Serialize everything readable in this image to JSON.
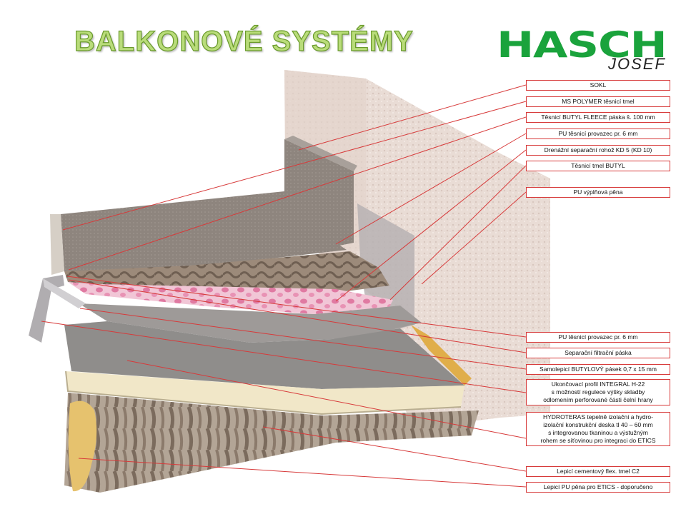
{
  "header": {
    "title": "BALKONOVÉ SYSTÉMY",
    "logo_main": "HASCH",
    "logo_sub": "JOSEF"
  },
  "colors": {
    "title_fill": "#b9dc7a",
    "title_stroke": "#6a9a2c",
    "logo": "#1aa33c",
    "leader": "#d73a3a"
  },
  "labels": [
    {
      "id": "sokl",
      "text": "SOKL"
    },
    {
      "id": "ms-polymer",
      "text": "MS POLYMER  těsnicí tmel"
    },
    {
      "id": "butyl-fleece",
      "text": "Těsnicí BUTYL  FLEECE páska š. 100 mm"
    },
    {
      "id": "pu-provazec-top",
      "text": "PU těsnicí provazec  pr. 6 mm"
    },
    {
      "id": "drenazni-rohoz",
      "text": "Drenážní separační rohož  KD 5  (KD 10)"
    },
    {
      "id": "tmel-butyl",
      "text": "Těsnicí tmel BUTYL"
    },
    {
      "id": "pu-vyplnova",
      "text": "PU výplňová pěna"
    },
    {
      "id": "pu-provazec-bottom",
      "text": "PU těsnicí provazec  pr. 6 mm"
    },
    {
      "id": "separacni-paska",
      "text": "Separační filtrační páska"
    },
    {
      "id": "butylovy-pasek",
      "text": "Samolepicí BUTYLOVÝ pásek  0,7 x 15 mm"
    },
    {
      "id": "ukoncovaci-profil",
      "lines": [
        "Ukončovací profil  INTEGRAL H-22",
        "s možností  regulece výšky skladby",
        "odlomením perforované části čelní hrany"
      ]
    },
    {
      "id": "hydroteras",
      "lines": [
        "HYDROTERAS  tepelně izolační a hydro-",
        "izolační  konstrukční deska tl 40 – 60 mm",
        "s integrovanou tkaninou a výstužným",
        "rohem se síťovinou pro integraci do ETICS"
      ]
    },
    {
      "id": "lepici-tmel",
      "text": "Lepicí  cementový  flex.  tmel C2"
    },
    {
      "id": "lepici-pena",
      "text": "Lepicí PU pěna  pro ETICS - doporučeno"
    }
  ]
}
